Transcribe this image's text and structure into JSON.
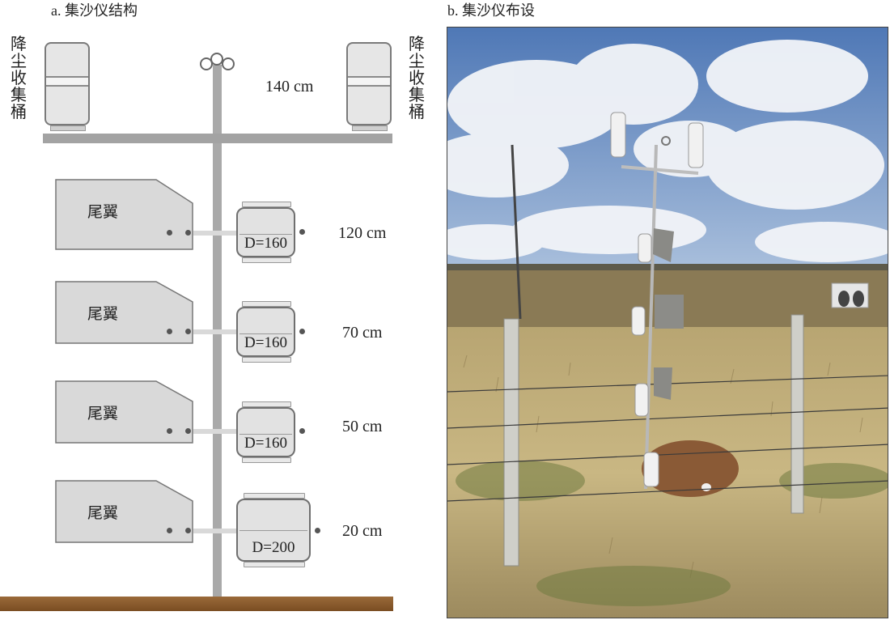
{
  "panel_a": {
    "caption": "a. 集沙仪结构",
    "left_side_label": [
      "降",
      "尘",
      "收",
      "集",
      "桶"
    ],
    "right_side_label": [
      "降",
      "尘",
      "收",
      "集",
      "桶"
    ],
    "top_height_label": "140 cm",
    "levels": [
      {
        "wing_label": "尾翼",
        "diameter_label": "D=160",
        "height_label": "120 cm"
      },
      {
        "wing_label": "尾翼",
        "diameter_label": "D=160",
        "height_label": "70 cm"
      },
      {
        "wing_label": "尾翼",
        "diameter_label": "D=160",
        "height_label": "50 cm"
      },
      {
        "wing_label": "尾翼",
        "diameter_label": "D=200",
        "height_label": "20 cm"
      }
    ]
  },
  "panel_b": {
    "caption": "b. 集沙仪布设"
  },
  "colors": {
    "pole": "#a9a9a9",
    "wing_fill": "#d9d9d9",
    "ground": "#8b5a2b",
    "sky": "#6f8fc0",
    "grass": "#c7b27a"
  }
}
